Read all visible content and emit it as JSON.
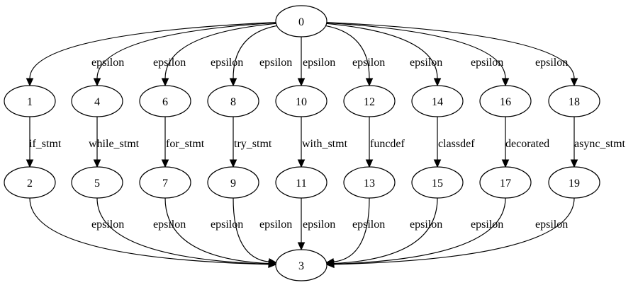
{
  "graph": {
    "nodes": [
      {
        "id": "0",
        "label": "0"
      },
      {
        "id": "1",
        "label": "1"
      },
      {
        "id": "4",
        "label": "4"
      },
      {
        "id": "6",
        "label": "6"
      },
      {
        "id": "8",
        "label": "8"
      },
      {
        "id": "10",
        "label": "10"
      },
      {
        "id": "12",
        "label": "12"
      },
      {
        "id": "14",
        "label": "14"
      },
      {
        "id": "16",
        "label": "16"
      },
      {
        "id": "18",
        "label": "18"
      },
      {
        "id": "2",
        "label": "2"
      },
      {
        "id": "5",
        "label": "5"
      },
      {
        "id": "7",
        "label": "7"
      },
      {
        "id": "9",
        "label": "9"
      },
      {
        "id": "11",
        "label": "11"
      },
      {
        "id": "13",
        "label": "13"
      },
      {
        "id": "15",
        "label": "15"
      },
      {
        "id": "17",
        "label": "17"
      },
      {
        "id": "19",
        "label": "19"
      },
      {
        "id": "3",
        "label": "3"
      }
    ],
    "edges": [
      {
        "from": "0",
        "to": "1",
        "label": "epsilon"
      },
      {
        "from": "0",
        "to": "4",
        "label": "epsilon"
      },
      {
        "from": "0",
        "to": "6",
        "label": "epsilon"
      },
      {
        "from": "0",
        "to": "8",
        "label": "epsilon"
      },
      {
        "from": "0",
        "to": "10",
        "label": "epsilon"
      },
      {
        "from": "0",
        "to": "12",
        "label": "epsilon"
      },
      {
        "from": "0",
        "to": "14",
        "label": "epsilon"
      },
      {
        "from": "0",
        "to": "16",
        "label": "epsilon"
      },
      {
        "from": "0",
        "to": "18",
        "label": "epsilon"
      },
      {
        "from": "1",
        "to": "2",
        "label": "if_stmt"
      },
      {
        "from": "4",
        "to": "5",
        "label": "while_stmt"
      },
      {
        "from": "6",
        "to": "7",
        "label": "for_stmt"
      },
      {
        "from": "8",
        "to": "9",
        "label": "try_stmt"
      },
      {
        "from": "10",
        "to": "11",
        "label": "with_stmt"
      },
      {
        "from": "12",
        "to": "13",
        "label": "funcdef"
      },
      {
        "from": "14",
        "to": "15",
        "label": "classdef"
      },
      {
        "from": "16",
        "to": "17",
        "label": "decorated"
      },
      {
        "from": "18",
        "to": "19",
        "label": "async_stmt"
      },
      {
        "from": "2",
        "to": "3",
        "label": "epsilon"
      },
      {
        "from": "5",
        "to": "3",
        "label": "epsilon"
      },
      {
        "from": "7",
        "to": "3",
        "label": "epsilon"
      },
      {
        "from": "9",
        "to": "3",
        "label": "epsilon"
      },
      {
        "from": "11",
        "to": "3",
        "label": "epsilon"
      },
      {
        "from": "13",
        "to": "3",
        "label": "epsilon"
      },
      {
        "from": "15",
        "to": "3",
        "label": "epsilon"
      },
      {
        "from": "17",
        "to": "3",
        "label": "epsilon"
      },
      {
        "from": "19",
        "to": "3",
        "label": "epsilon"
      }
    ]
  }
}
